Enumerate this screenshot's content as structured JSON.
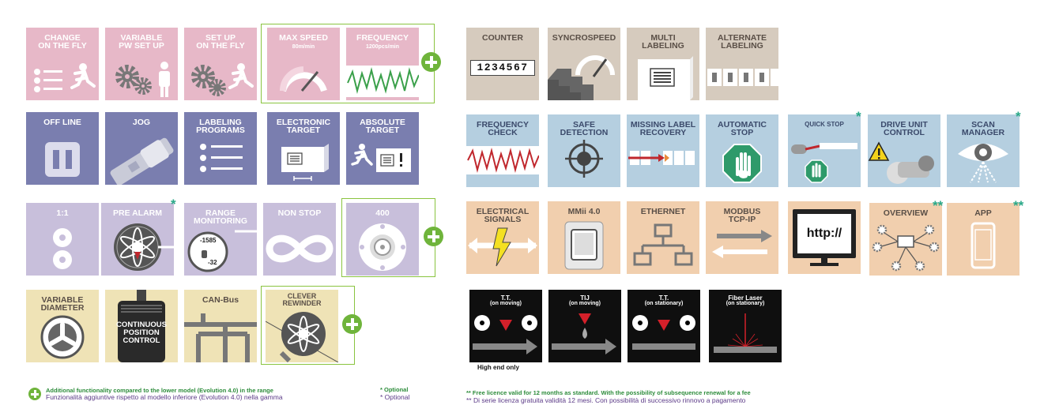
{
  "tiles": {
    "change_on_the_fly": "CHANGE\nON THE FLY",
    "variable_pw": "VARIABLE\nPW SET UP",
    "set_up_on_the_fly": "SET UP\nON THE FLY",
    "max_speed": "MAX SPEED",
    "max_speed_sub": "80m/min",
    "frequency": "FREQUENCY",
    "frequency_sub": "1200pcs/min",
    "counter": "COUNTER",
    "counter_digits": "1234567",
    "syncrospeed": "SYNCROSPEED",
    "multi_labeling": "MULTI\nLABELING",
    "alternate_labeling": "ALTERNATE\nLABELING",
    "off_line": "OFF LINE",
    "jog": "JOG",
    "labeling_programs": "LABELING\nPROGRAMS",
    "electronic_target": "ELECTRONIC\nTARGET",
    "absolute_target": "ABSOLUTE\nTARGET",
    "frequency_check": "FREQUENCY\nCHECK",
    "safe_detection": "SAFE\nDETECTION",
    "missing_label_recovery": "MISSING LABEL\nRECOVERY",
    "automatic_stop": "AUTOMATIC\nSTOP",
    "quick_stop": "QUICK STOP",
    "drive_unit_control": "DRIVE UNIT\nCONTROL",
    "scan_manager": "SCAN\nMANAGER",
    "one_to_one": "1:1",
    "pre_alarm": "PRE ALARM",
    "range_monitoring": "RANGE\nMONITORING",
    "range_high": "-1585",
    "range_low": "-32",
    "non_stop": "NON STOP",
    "four_hundred": "400",
    "electrical_signals": "ELECTRICAL\nSIGNALS",
    "mmii": "MMii 4.0",
    "ethernet": "ETHERNET",
    "modbus": "MODBUS\nTCP-IP",
    "http": "http://",
    "overview": "OVERVIEW",
    "app": "APP",
    "variable_diameter": "VARIABLE\nDIAMETER",
    "continuous_position": "CONTINUOUS\nPOSITION\nCONTROL",
    "can_bus": "CAN-Bus",
    "clever_rewinder": "CLEVER\nREWINDER",
    "tt_moving": "T.T.",
    "tt_moving_sub": "(on moving)",
    "tij": "TIJ",
    "tij_sub": "(on moving)",
    "tt_stationary": "T.T.",
    "tt_stationary_sub": "(on stationary)",
    "fiber_laser": "Fiber Laser",
    "fiber_laser_sub": "(on stationary)"
  },
  "stars": {
    "single": "*",
    "double": "**"
  },
  "high_end_only": "High end only",
  "legend": {
    "additional_en": "Additional functionality compared to the lower model (Evolution 4.0) in the range",
    "additional_it": "Funzionalità aggiuntive rispetto al modello inferiore (Evolution 4.0) nella gamma",
    "optional_1": "* Optional",
    "optional_2": "* Optional",
    "licence_en": "** Free licence valid for 12 months as standard. With the possibility of subsequence renewal for a fee",
    "licence_it": "** Di serie licenza gratuita validità 12 mesi. Con possibilità di successivo rinnovo a pagamento"
  },
  "colors": {
    "pink": "#e7b8c8",
    "blue": "#7a7eaf",
    "lavender": "#c8bfdb",
    "cream": "#efe3b6",
    "beige": "#d6cbbe",
    "light_blue": "#b5cfe0",
    "peach": "#f1cfae",
    "black": "#0f0f0f",
    "accent_green": "#6fb43b",
    "star_teal": "#2aa888"
  }
}
